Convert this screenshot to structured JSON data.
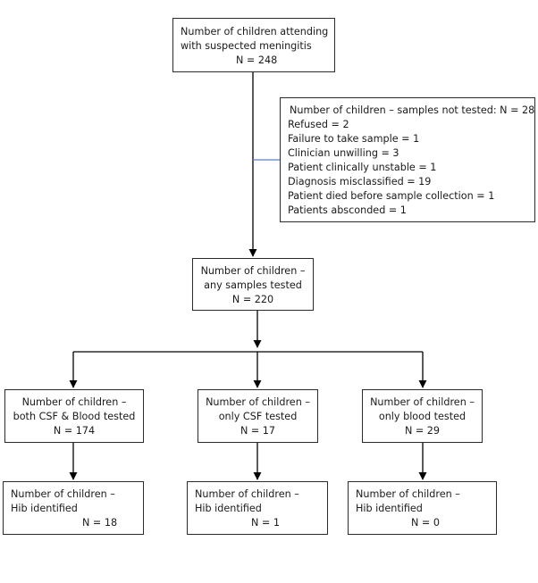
{
  "top": {
    "line1": "Number of children attending",
    "line2": "with suspected meningitis",
    "line3": "N = 248"
  },
  "excluded": {
    "title": "Number of children – samples not tested: N = 28",
    "items": [
      "Refused = 2",
      "Failure to take sample = 1",
      "Clinician unwilling = 3",
      "Patient clinically unstable = 1",
      "Diagnosis misclassified = 19",
      "Patient died before sample collection = 1",
      "Patients absconded = 1"
    ]
  },
  "tested": {
    "line1": "Number of children –",
    "line2": "any samples tested",
    "line3": "N = 220"
  },
  "both": {
    "line1": "Number of children –",
    "line2": "both CSF & Blood tested",
    "line3": "N = 174"
  },
  "csf": {
    "line1": "Number of children –",
    "line2": "only CSF tested",
    "line3": "N = 17"
  },
  "blood": {
    "line1": "Number of children –",
    "line2": "only blood tested",
    "line3": "N = 29"
  },
  "hib_both": {
    "line1": "Number of children –",
    "line2": "Hib identified",
    "line3": "N = 18"
  },
  "hib_csf": {
    "line1": "Number of children –",
    "line2": "Hib identified",
    "line3": "N = 1"
  },
  "hib_blood": {
    "line1": "Number of children –",
    "line2": "Hib identified",
    "line3": "N = 0"
  }
}
